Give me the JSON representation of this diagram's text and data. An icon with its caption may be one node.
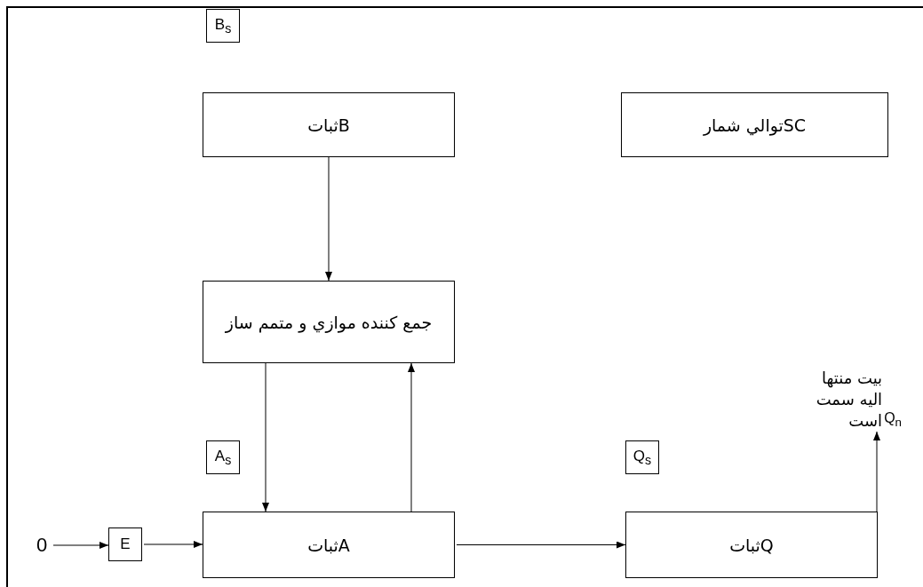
{
  "diagram": {
    "nodes": [
      {
        "text": [
          "B$_{s}$"
        ]
      },
      {
        "text": [
          "ثباتB"
        ]
      },
      {
        "text": [
          "توالي شمارSC"
        ]
      },
      {
        "text": [
          "جمع كننده موازي و متمم ساز"
        ]
      },
      {
        "text": [
          "Q$_{n}$",
          "بيت منتها اليه سمت است"
        ]
      },
      {
        "text": [
          "A$_{s}$"
        ]
      },
      {
        "text": [
          "Q$_{s}$"
        ]
      },
      {
        "text": [
          "0"
        ]
      },
      {
        "text": [
          "E"
        ]
      },
      {
        "text": [
          "ثباتA"
        ]
      },
      {
        "text": [
          "ثباتQ"
        ]
      }
    ],
    "edges": [
      {
        "from": 1,
        "to": 3,
        "arrow": "to"
      },
      {
        "from": 3,
        "to": 9,
        "arrow": "to"
      },
      {
        "from": 9,
        "to": 3,
        "arrow": "to"
      },
      {
        "from": 7,
        "to": 8,
        "arrow": "to"
      },
      {
        "from": 8,
        "to": 9,
        "arrow": "to"
      },
      {
        "from": 9,
        "to": 10,
        "arrow": "to"
      },
      {
        "from": 10,
        "to": 4,
        "arrow": "to"
      }
    ]
  }
}
